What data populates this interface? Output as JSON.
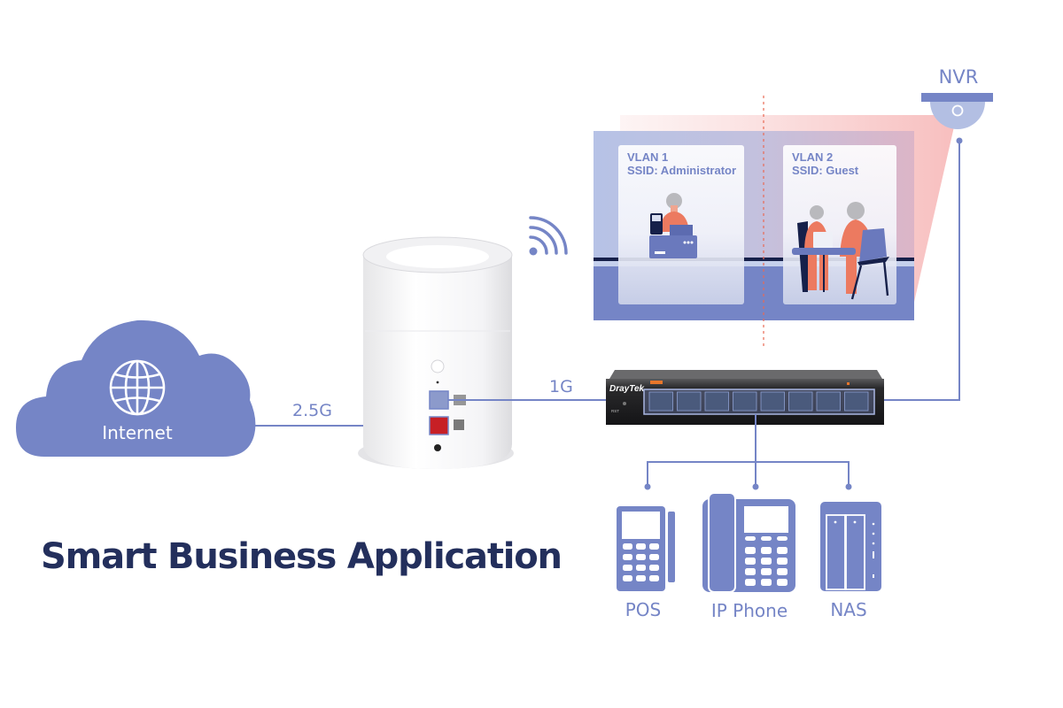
{
  "title": "Smart Business Application",
  "colors": {
    "accent": "#7585c6",
    "accent_light": "#b3bfe3",
    "title": "#232f5c",
    "figure": "#ec7a60",
    "wan_port": "#d3232b",
    "divider": "#e86a55",
    "dark_navy": "#16204a"
  },
  "nodes": {
    "internet": {
      "label": "Internet",
      "icon": "globe-icon"
    },
    "router": {
      "label": "",
      "icon": "router-icon"
    },
    "switch": {
      "brand": "DrayTek",
      "ports": 8,
      "icon": "switch-icon"
    },
    "nvr": {
      "label": "NVR",
      "icon": "camera-icon"
    },
    "pos": {
      "label": "POS",
      "icon": "pos-terminal-icon"
    },
    "ip_phone": {
      "label": "IP Phone",
      "icon": "phone-icon"
    },
    "nas": {
      "label": "NAS",
      "icon": "nas-icon"
    }
  },
  "links": {
    "internet_router": "2.5G",
    "router_switch": "1G",
    "wifi": "wifi-icon"
  },
  "vlans": [
    {
      "name": "VLAN 1",
      "ssid": "SSID: Administrator"
    },
    {
      "name": "VLAN 2",
      "ssid": "SSID: Guest"
    }
  ]
}
